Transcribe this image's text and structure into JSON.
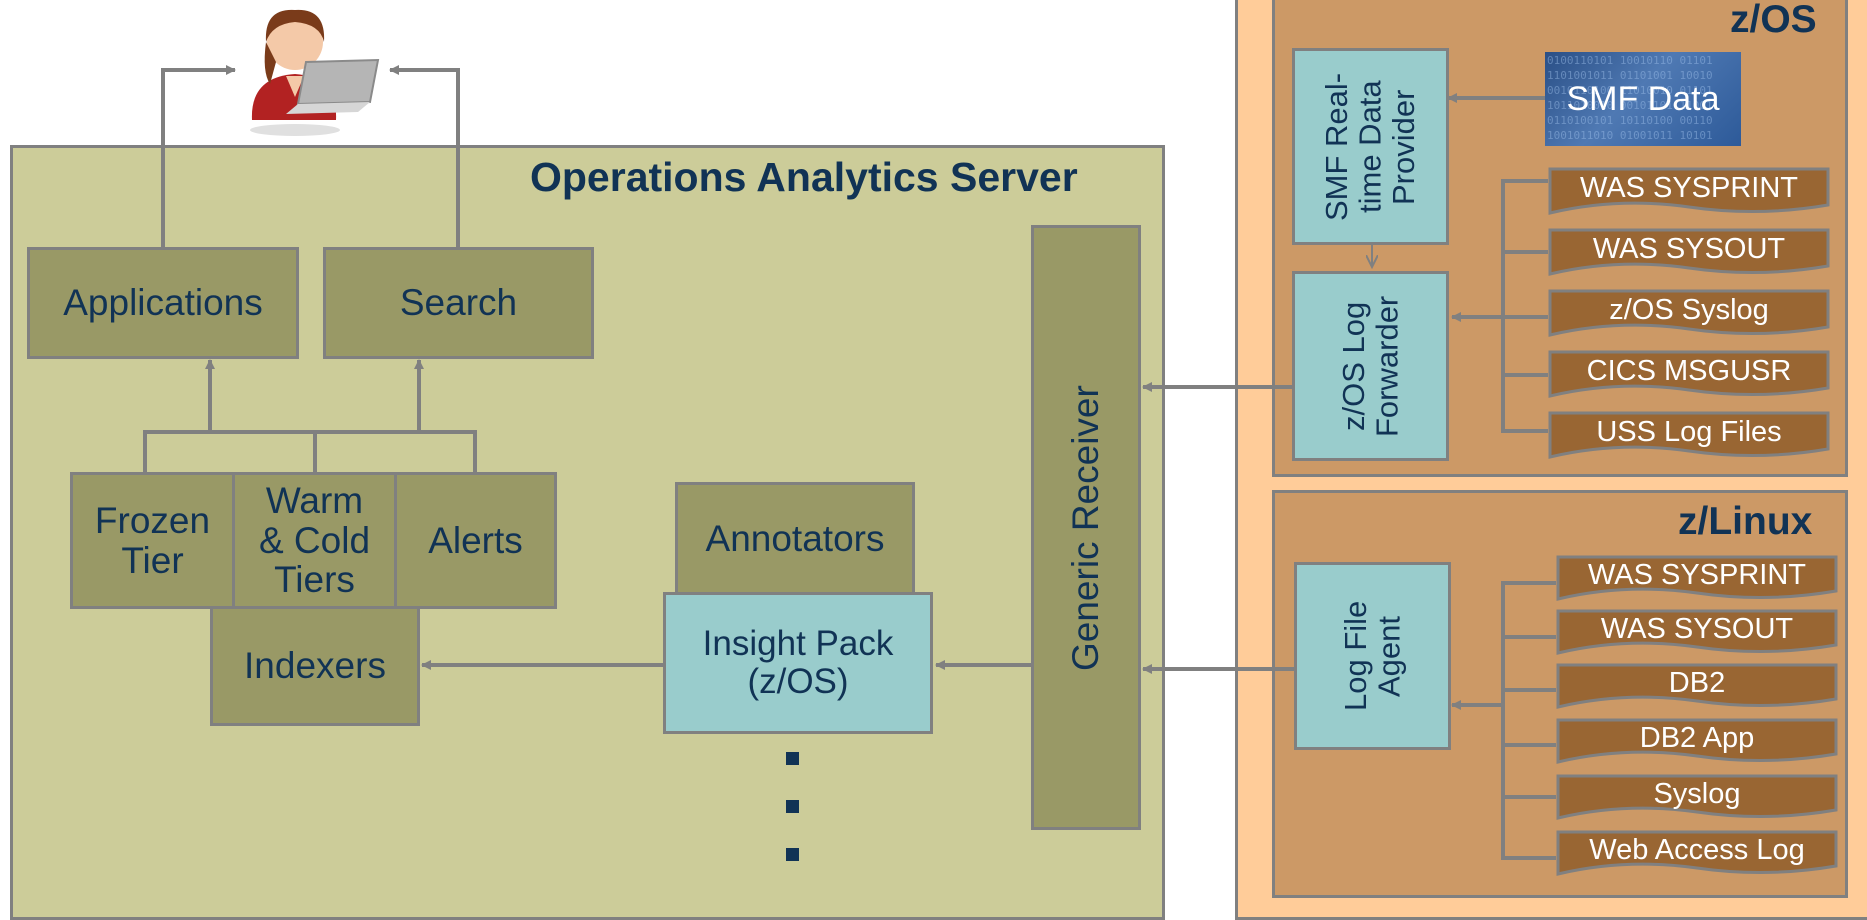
{
  "server": {
    "title": "Operations Analytics Server",
    "applications": "Applications",
    "search": "Search",
    "frozen_tier": "Frozen Tier",
    "warm_cold_tiers": "Warm & Cold Tiers",
    "alerts": "Alerts",
    "indexers": "Indexers",
    "annotators": "Annotators",
    "insight_pack": "Insight Pack (z/OS)",
    "generic_receiver": "Generic Receiver"
  },
  "zos": {
    "title": "z/OS",
    "smf_provider": "SMF Real-time Data Provider",
    "smf_data": "SMF Data",
    "log_forwarder": "z/OS Log Forwarder",
    "logs": [
      "WAS SYSPRINT",
      "WAS SYSOUT",
      "z/OS Syslog",
      "CICS MSGUSR",
      "USS Log Files"
    ]
  },
  "zlinux": {
    "title": "z/Linux",
    "log_agent": "Log File Agent",
    "logs": [
      "WAS SYSPRINT",
      "WAS SYSOUT",
      "DB2",
      "DB2 App",
      "Syslog",
      "Web Access Log"
    ]
  },
  "colors": {
    "server_bg": "#CCCC99",
    "olive_box": "#999966",
    "teal_box": "#99CCCC",
    "platform_outer": "#FFCC99",
    "platform_inner": "#CC9966",
    "doc_fill": "#996633",
    "text_dark": "#113355",
    "connector": "#808080"
  }
}
